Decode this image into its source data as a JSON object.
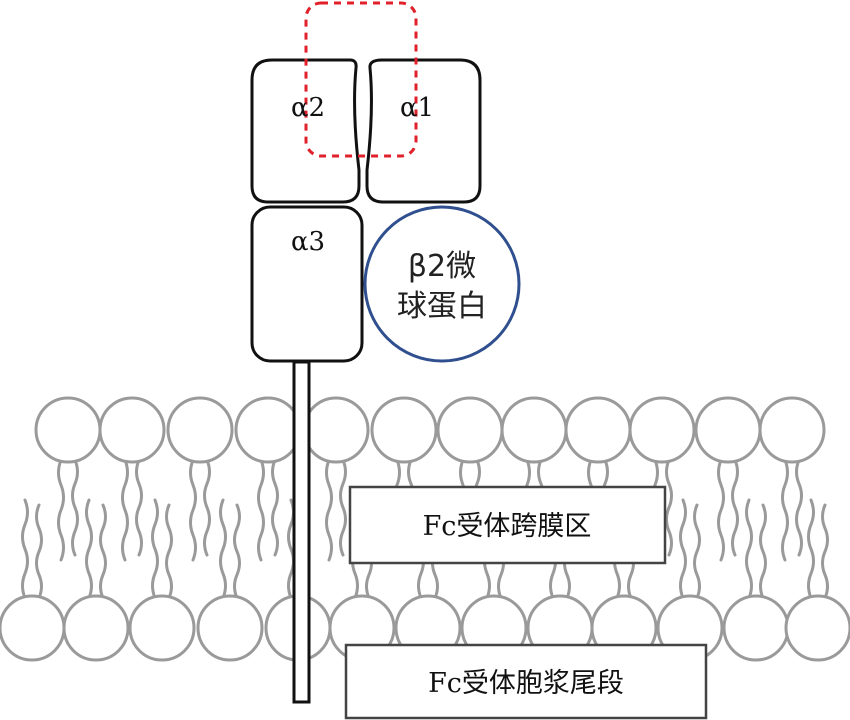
{
  "domains": {
    "alpha2": "α2",
    "alpha1": "α1",
    "alpha3": "α3"
  },
  "beta2m": {
    "line1": "β2微",
    "line2": "球蛋白",
    "color": "#2f4f8f"
  },
  "labels": {
    "transmembrane": "Fc受体跨膜区",
    "cytoplasmic": "Fc受体胞浆尾段"
  },
  "highlight": {
    "color": "#e0202a",
    "style": "dashed"
  },
  "colors": {
    "outline": "#111111",
    "lipid": "#9a9a9a"
  }
}
